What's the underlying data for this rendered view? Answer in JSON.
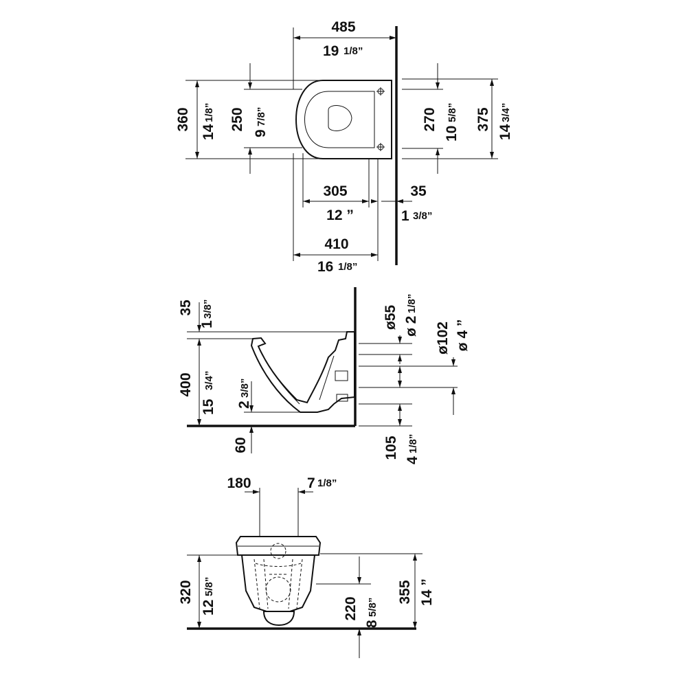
{
  "top_view": {
    "width_mm": "485",
    "width_in_whole": "19",
    "width_in_frac": "1/8”",
    "height_mm": "360",
    "height_in_whole": "14",
    "height_in_frac": "1/8”",
    "seat_mm": "250",
    "seat_in_whole": "9",
    "seat_in_frac": "7/8”",
    "fix_mm": "270",
    "fix_in_whole": "10",
    "fix_in_frac": "5/8”",
    "back_mm": "375",
    "back_in_whole": "14",
    "back_in_frac": "3/4”",
    "inner_mm": "305",
    "inner_in": "12 ”",
    "wall_mm": "35",
    "wall_in_whole": "1",
    "wall_in_frac": "3/8”",
    "depth_mm": "410",
    "depth_in_whole": "16",
    "depth_in_frac": "1/8”"
  },
  "side_view": {
    "seat_gap_mm": "35",
    "seat_gap_in_whole": "1",
    "seat_gap_in_frac": "3/8”",
    "height_mm": "400",
    "height_in_whole": "15",
    "height_in_frac": "3/4”",
    "outlet_in_whole": "2",
    "outlet_in_frac": "3/8”",
    "base_mm": "60",
    "inlet_dia_mm": "ø55",
    "inlet_dia_in_whole": "ø 2",
    "inlet_dia_in_frac": "1/8”",
    "outlet_dia_mm": "ø102",
    "outlet_dia_in": "ø 4 ”",
    "outlet_h_mm": "105",
    "outlet_h_in_whole": "4",
    "outlet_h_in_frac": "1/8”"
  },
  "front_view": {
    "bolt_mm": "180",
    "bolt_in_whole": "7",
    "bolt_in_frac": "1/8”",
    "bowl_h_mm": "320",
    "bowl_h_in_whole": "12",
    "bowl_h_in_frac": "5/8”",
    "mid_mm": "220",
    "mid_in_whole": "8",
    "mid_in_frac": "5/8”",
    "total_mm": "355",
    "total_in": "14 ”"
  }
}
